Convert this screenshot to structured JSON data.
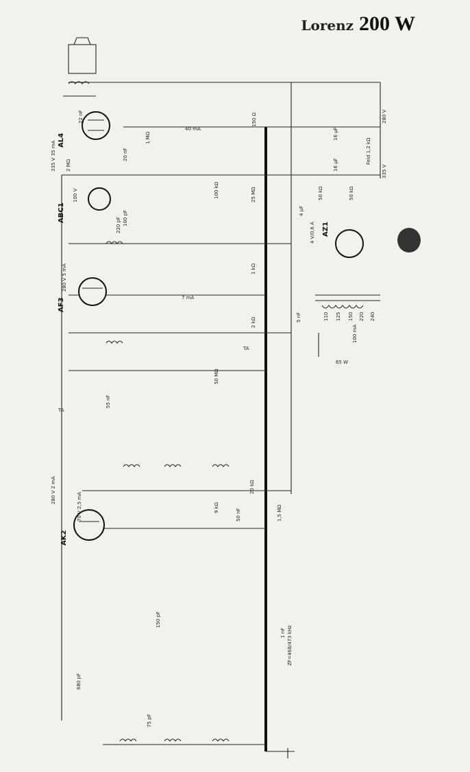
{
  "title": {
    "brand": "Lorenz",
    "model": "200 W"
  },
  "tubes": [
    {
      "name": "AL4",
      "rating": ""
    },
    {
      "name": "ABC1",
      "rating": "100 V"
    },
    {
      "name": "AF3",
      "rating": "280 V 5 mA"
    },
    {
      "name": "AK2",
      "rating": "70 V 2,5 mA"
    },
    {
      "name": "AZ1",
      "rating": ""
    }
  ],
  "labels": {
    "v335_35ma": "335 V 35 mA",
    "v280": "280 V",
    "v335": "335 V",
    "ma40": "40 mA",
    "ma7": "7 mA",
    "v280_2ma": "280 V 2 mA",
    "zf": "ZF=468/473 kHz",
    "watt": "65 W",
    "fuse": "100 mA",
    "lamp": "4 V/0,6 A",
    "feld": "Feld 1,2 kΩ",
    "ta": "TA",
    "mains": [
      "110",
      "125",
      "150",
      "220",
      "240"
    ],
    "r_2mohm": "2 MΩ",
    "r_1mohm": "1 MΩ",
    "r_50k": "50 kΩ",
    "r_25mohm": "25 MΩ",
    "r_150": "150 Ω",
    "r_100k": "100 kΩ",
    "r_50mohm": "50 MΩ",
    "r_20k": "20 kΩ",
    "r_9k": "9 kΩ",
    "r_15mohm": "1,5 MΩ",
    "r_1k": "1 kΩ",
    "r_2k": "2 kΩ",
    "c_22nf": "22 nF",
    "c_20nf": "20 nF",
    "c_16uf": "16 µF",
    "c_4uf": "4 µF",
    "c_5nf": "5 nF",
    "c_55nf": "55 nF",
    "c_1nf": "1 nF",
    "c_50nf": "50 nF",
    "c_100pf": "100 pF",
    "c_220pf": "220 pF",
    "c_680pf": "680 pF",
    "c_75pf": "75 pF",
    "c_150pf": "150 pF"
  }
}
